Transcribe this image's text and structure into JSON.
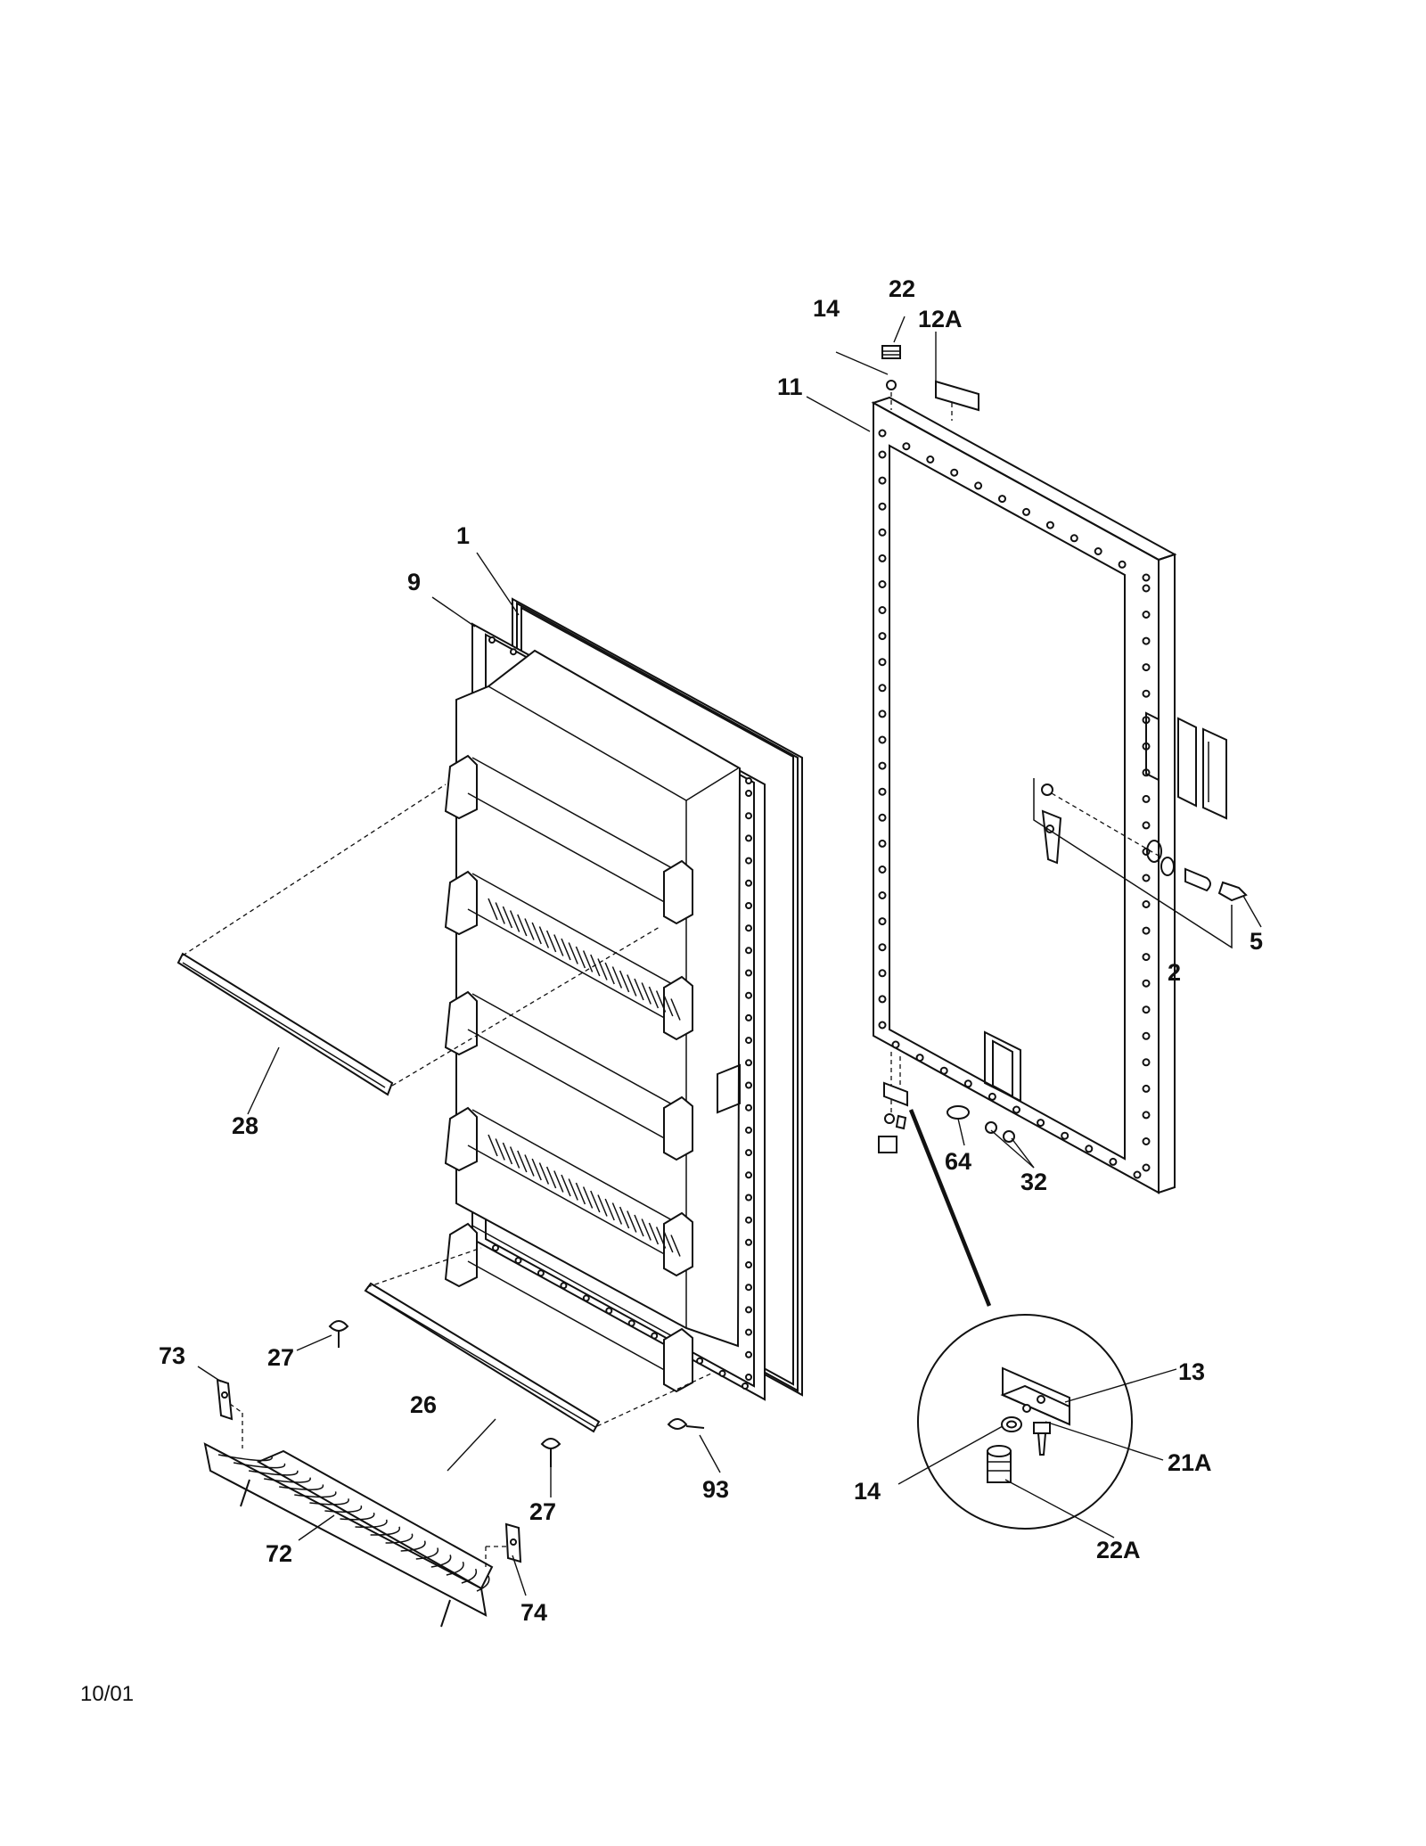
{
  "labels": {
    "p22": "22",
    "p14_top": "14",
    "p12A": "12A",
    "p11": "11",
    "p1": "1",
    "p9": "9",
    "p5": "5",
    "p2": "2",
    "p28": "28",
    "p64": "64",
    "p32": "32",
    "p13": "13",
    "p21A": "21A",
    "p14_bottom": "14",
    "p22A": "22A",
    "p27_upper": "27",
    "p73": "73",
    "p26": "26",
    "p93": "93",
    "p27_lower": "27",
    "p72": "72",
    "p74": "74"
  },
  "footer": {
    "date": "10/01"
  }
}
